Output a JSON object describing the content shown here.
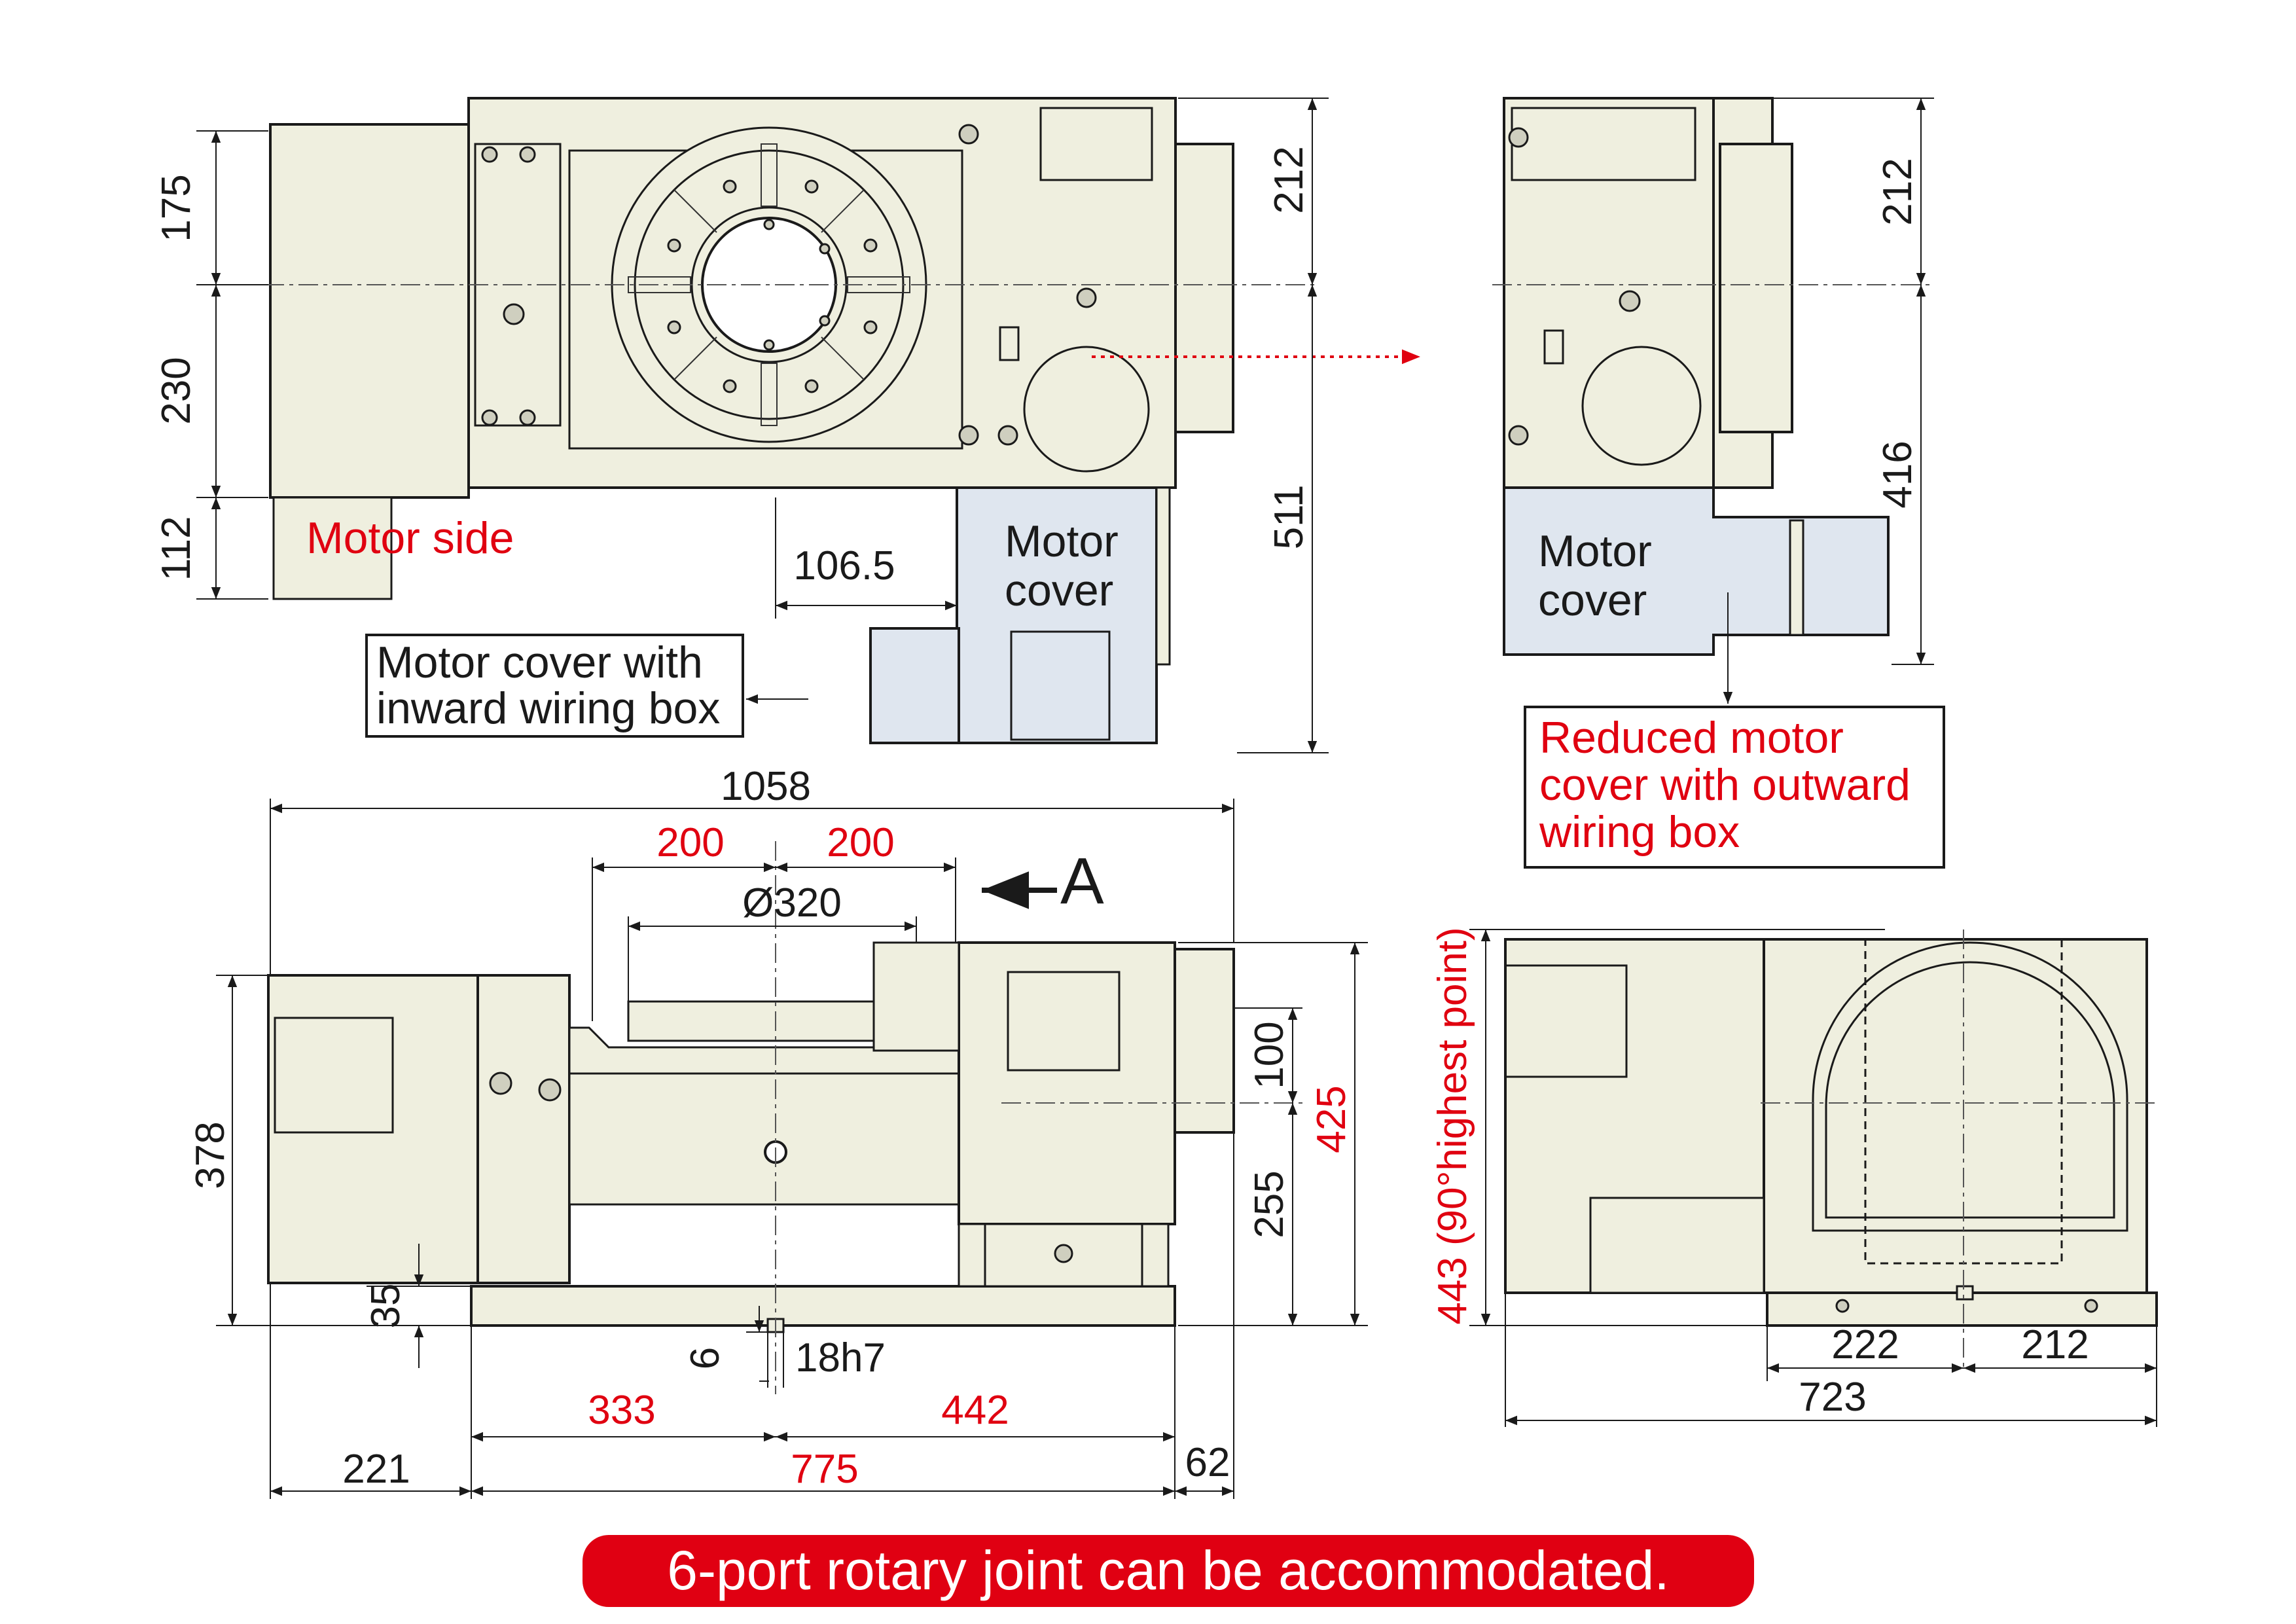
{
  "top_view": {
    "dims_left": [
      "175",
      "230",
      "112"
    ],
    "dims_right": [
      "212",
      "511"
    ],
    "dim_offset": "106.5",
    "motor_side_label": "Motor side",
    "motor_cover_label": [
      "Motor",
      "cover"
    ],
    "inward_box_label": [
      "Motor cover with",
      "inward wiring box"
    ]
  },
  "top_view_reduced": {
    "dims_right": [
      "212",
      "416"
    ],
    "motor_cover_label": [
      "Motor",
      "cover"
    ],
    "outward_box_label": [
      "Reduced motor",
      "cover with outward",
      "wiring box"
    ]
  },
  "front_view": {
    "overall_width": "1058",
    "slot_spacing": [
      "200",
      "200"
    ],
    "table_diameter": "Ø320",
    "view_arrow_label": "A",
    "height_left": "378",
    "height_base": "35",
    "height_upper": "100",
    "height_center": "255",
    "height_total": "425",
    "key_height": "6",
    "key_width": "18h7",
    "bottom_dims_red": [
      "333",
      "442",
      "775"
    ],
    "bottom_dims_black": [
      "221",
      "62"
    ]
  },
  "side_view": {
    "height_label": "443 (90°highest point)",
    "dims": [
      "222",
      "212",
      "723"
    ]
  },
  "banner": {
    "text": "6-port rotary joint can be accommodated.",
    "color": "#e00012"
  },
  "colors": {
    "body": "#efefdf",
    "cover": "#dfe6ef",
    "accent": "#e00010"
  }
}
